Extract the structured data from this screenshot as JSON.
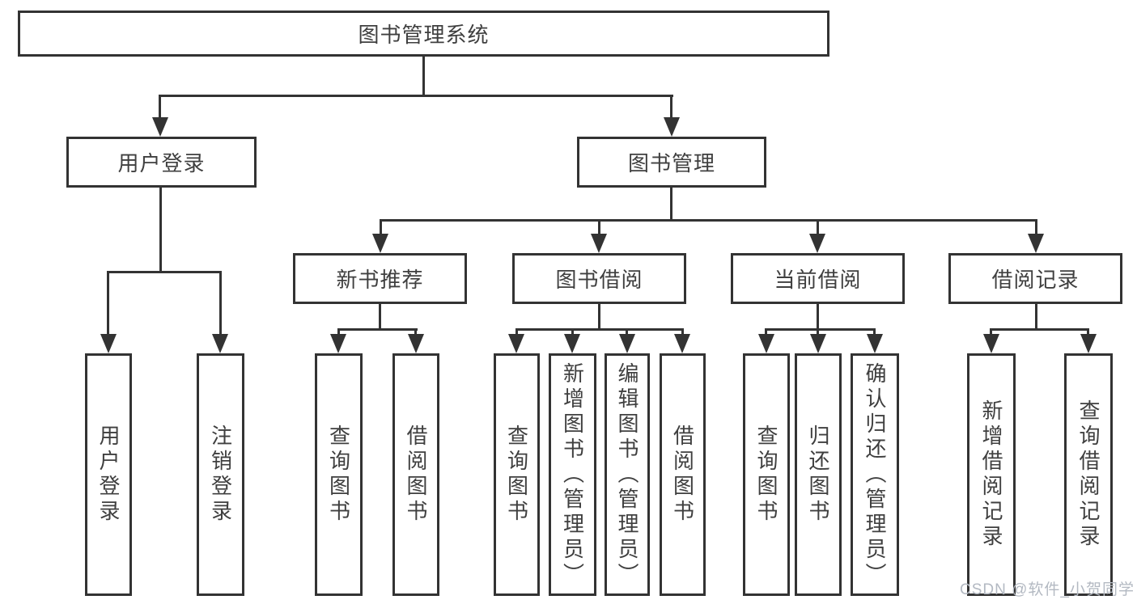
{
  "tree": {
    "root": "图书管理系统",
    "branches": [
      {
        "label": "用户登录",
        "children": [
          "用户登录",
          "注销登录"
        ]
      },
      {
        "label": "图书管理",
        "sections": [
          {
            "label": "新书推荐",
            "children": [
              "查询图书",
              "借阅图书"
            ]
          },
          {
            "label": "图书借阅",
            "children": [
              "查询图书",
              "新增图书（管理员）",
              "编辑图书（管理员）",
              "借阅图书"
            ]
          },
          {
            "label": "当前借阅",
            "children": [
              "查询图书",
              "归还图书",
              "确认归还（管理员）"
            ]
          },
          {
            "label": "借阅记录",
            "children": [
              "新增借阅记录",
              "查询借阅记录"
            ]
          }
        ]
      }
    ]
  },
  "watermark": "CSDN @软件_小贺同学",
  "colors": {
    "line": "#333333",
    "text": "#3f3f3f",
    "watermark": "#b3b9c2",
    "bg": "#ffffff"
  }
}
